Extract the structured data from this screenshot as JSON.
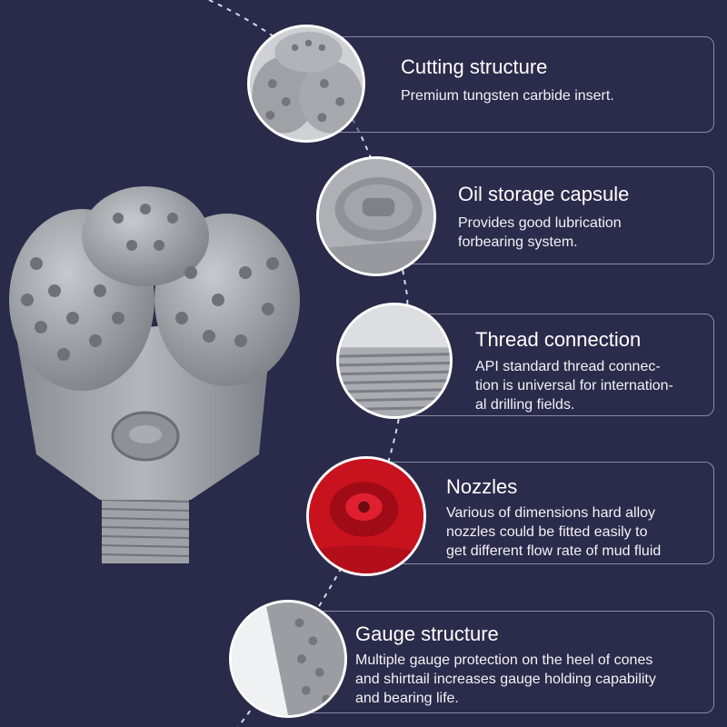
{
  "features": [
    {
      "id": "cutting-structure",
      "title": "Cutting structure",
      "description": [
        "Premium tungsten carbide insert."
      ],
      "thumbnail_icon": "tooth-cones-icon"
    },
    {
      "id": "oil-storage-capsule",
      "title": "Oil storage capsule",
      "description": [
        "Provides good lubrication",
        "forbearing system."
      ],
      "thumbnail_icon": "capsule-icon"
    },
    {
      "id": "thread-connection",
      "title": "Thread connection",
      "description": [
        "API standard thread connec-",
        "tion is universal for internation-",
        "al drilling fields."
      ],
      "thumbnail_icon": "thread-icon"
    },
    {
      "id": "nozzles",
      "title": "Nozzles",
      "description": [
        "Various of dimensions hard alloy",
        "nozzles could be fitted easily to",
        "get different flow rate of mud fluid"
      ],
      "thumbnail_icon": "nozzle-icon"
    },
    {
      "id": "gauge-structure",
      "title": "Gauge structure",
      "description": [
        "Multiple gauge protection on the heel of cones",
        "and shirttail increases gauge holding capability",
        "and bearing life."
      ],
      "thumbnail_icon": "gauge-icon"
    }
  ],
  "colors": {
    "background": "#2a2a4a",
    "card_border": "#8a8aa8",
    "text": "#ffffff",
    "steel": "#9a9ea4",
    "nozzle_red": "#d0182a"
  },
  "product_image": "tricone-drill-bit-icon"
}
